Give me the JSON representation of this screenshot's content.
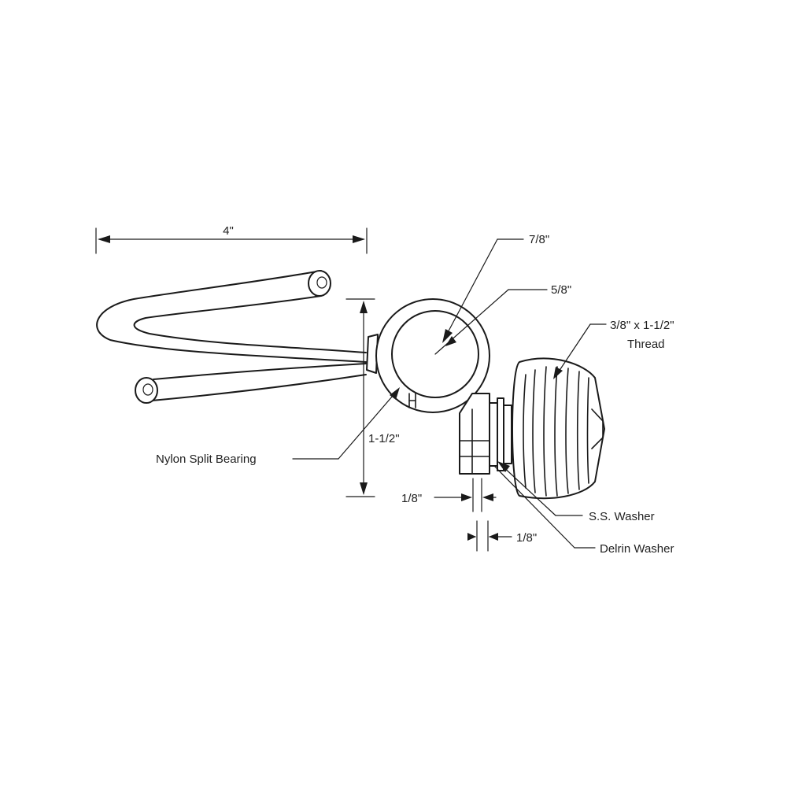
{
  "dimensions": {
    "width_overall": "4\"",
    "bore_outer": "7/8\"",
    "bore_inner": "5/8\"",
    "height": "1-1/2\"",
    "plate_thickness": "1/8\"",
    "washer_thickness": "1/8\""
  },
  "callouts": {
    "thread_line1": "3/8\" x 1-1/2\"",
    "thread_line2": "Thread",
    "bearing": "Nylon Split Bearing",
    "ss_washer": "S.S. Washer",
    "delrin_washer": "Delrin Washer"
  }
}
